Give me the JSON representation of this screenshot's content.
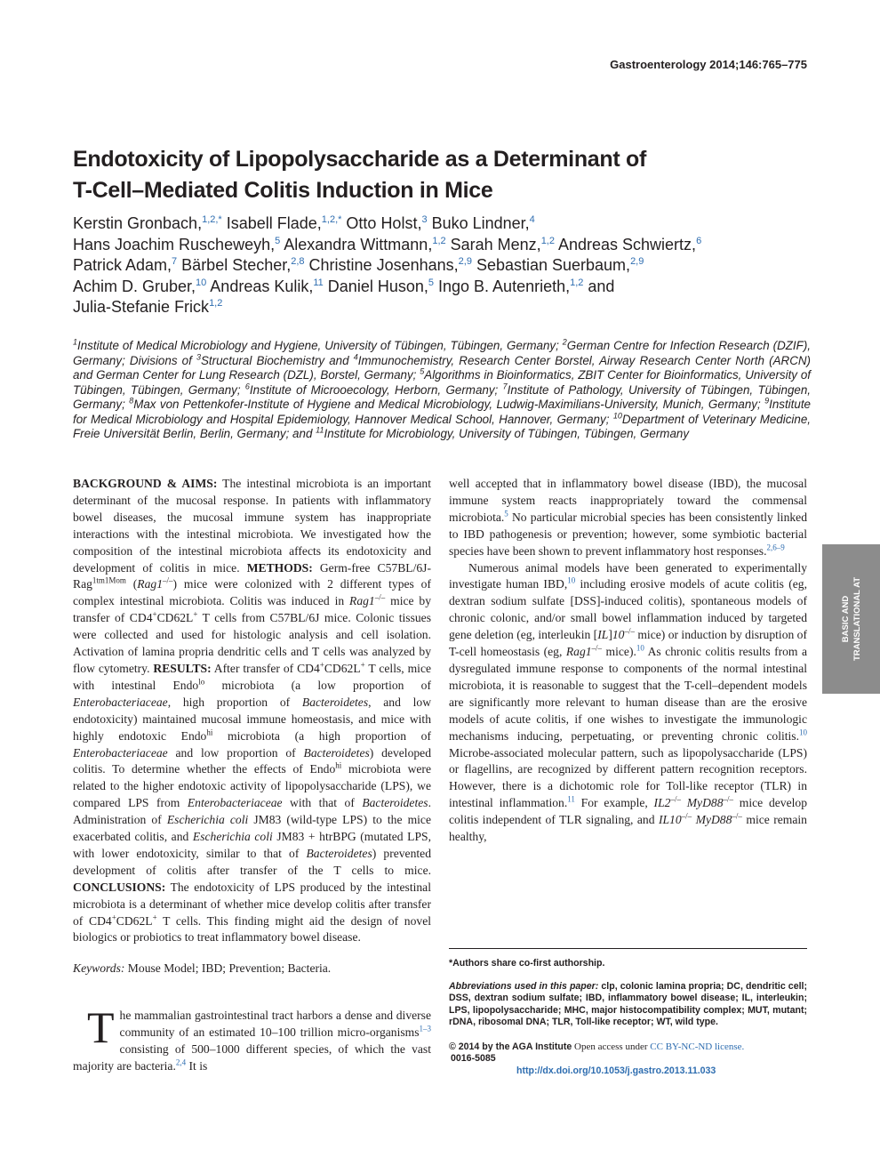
{
  "journal_ref": "Gastroenterology 2014;146:765–775",
  "title_line1": "Endotoxicity of Lipopolysaccharide as a Determinant of",
  "title_line2": "T-Cell–Mediated Colitis Induction in Mice",
  "authors": {
    "a1": "Kerstin Gronbach,",
    "a1_sup": "1,2,*",
    "a2": " Isabell Flade,",
    "a2_sup": "1,2,*",
    "a3": " Otto Holst,",
    "a3_sup": "3",
    "a4": " Buko Lindner,",
    "a4_sup": "4",
    "a5": "Hans Joachim Ruscheweyh,",
    "a5_sup": "5",
    "a6": " Alexandra Wittmann,",
    "a6_sup": "1,2",
    "a7": " Sarah Menz,",
    "a7_sup": "1,2",
    "a8": " Andreas Schwiertz,",
    "a8_sup": "6",
    "a9": "Patrick Adam,",
    "a9_sup": "7",
    "a10": " Bärbel Stecher,",
    "a10_sup": "2,8",
    "a11": " Christine Josenhans,",
    "a11_sup": "2,9",
    "a12": " Sebastian Suerbaum,",
    "a12_sup": "2,9",
    "a13": "Achim D. Gruber,",
    "a13_sup": "10",
    "a14": " Andreas Kulik,",
    "a14_sup": "11",
    "a15": " Daniel Huson,",
    "a15_sup": "5",
    "a16": " Ingo B. Autenrieth,",
    "a16_sup": "1,2",
    "and": " and",
    "a17": "Julia-Stefanie Frick",
    "a17_sup": "1,2"
  },
  "affiliations": {
    "s1": "1",
    "t1": "Institute of Medical Microbiology and Hygiene, University of Tübingen, Tübingen, Germany; ",
    "s2": "2",
    "t2": "German Centre for Infection Research (DZIF), Germany; Divisions of ",
    "s3": "3",
    "t3": "Structural Biochemistry and ",
    "s4": "4",
    "t4": "Immunochemistry, Research Center Borstel, Airway Research Center North (ARCN) and German Center for Lung Research (DZL), Borstel, Germany; ",
    "s5": "5",
    "t5": "Algorithms in Bioinformatics, ZBIT Center for Bioinformatics, University of Tübingen, Tübingen, Germany; ",
    "s6": "6",
    "t6": "Institute of Microoecology, Herborn, Germany; ",
    "s7": "7",
    "t7": "Institute of Pathology, University of Tübingen, Tübingen, Germany; ",
    "s8": "8",
    "t8": "Max von Pettenkofer-Institute of Hygiene and Medical Microbiology, Ludwig-Maximilians-University, Munich, Germany; ",
    "s9": "9",
    "t9": "Institute for Medical Microbiology and Hospital Epidemiology, Hannover Medical School, Hannover, Germany; ",
    "s10": "10",
    "t10": "Department of Veterinary Medicine, Freie Universität Berlin, Berlin, Germany; and ",
    "s11": "11",
    "t11": "Institute for Microbiology, University of Tübingen, Tübingen, Germany"
  },
  "abstract": {
    "bg_label": "BACKGROUND & AIMS:",
    "bg_text": " The intestinal microbiota is an important determinant of the mucosal response. In patients with inflammatory bowel diseases, the mucosal immune system has inappropriate interactions with the intestinal microbiota. We investigated how the composition of the intestinal microbiota affects its endotoxicity and development of colitis in mice. ",
    "m_label": "METHODS:",
    "m_t1": " Germ-free C57BL/6J-Rag",
    "m_sup1": "1tm1Mom",
    "m_t2": " (",
    "m_i1": "Rag1",
    "m_sup2": "–/–",
    "m_t3": ") mice were colonized with 2 different types of complex intestinal microbiota. Colitis was induced in ",
    "m_i2": "Rag1",
    "m_sup3": "–/–",
    "m_t4": " mice by transfer of CD4",
    "m_sup4": "+",
    "m_t5": "CD62L",
    "m_sup5": "+",
    "m_t6": " T cells from C57BL/6J mice. Colonic tissues were collected and used for histologic analysis and cell isolation. Activation of lamina propria dendritic cells and T cells was analyzed by flow cytometry. ",
    "r_label": "RESULTS:",
    "r_t1": " After transfer of CD4",
    "r_sup1": "+",
    "r_t2": "CD62L",
    "r_sup2": "+",
    "r_t3": " T cells, mice with intestinal Endo",
    "r_sup3": "lo",
    "r_t4": " microbiota (a low proportion of ",
    "r_i1": "Enterobacteriaceae",
    "r_t5": ", high proportion of ",
    "r_i2": "Bacteroidetes",
    "r_t6": ", and low endotoxicity) maintained mucosal immune homeostasis, and mice with highly endotoxic Endo",
    "r_sup4": "hi",
    "r_t7": " microbiota (a high proportion of ",
    "r_i3": "Enterobacteriaceae",
    "r_t8": " and low proportion of ",
    "r_i4": "Bacteroidetes",
    "r_t9": ") developed colitis. To determine whether the effects of Endo",
    "r_sup5": "hi",
    "r_t10": " microbiota were related to the higher endotoxic activity of lipopolysaccharide (LPS), we compared LPS from ",
    "r_i5": "Enterobacteriaceae",
    "r_t11": " with that of ",
    "r_i6": "Bacteroidetes",
    "r_t12": ". Administration of ",
    "r_i7": "Escherichia coli",
    "r_t13": " JM83 (wild-type LPS) to the mice exacerbated colitis, and ",
    "r_i8": "Escherichia coli",
    "r_t14": " JM83 + htrBPG (mutated LPS, with lower endotoxicity, similar to that of ",
    "r_i9": "Bacteroidetes",
    "r_t15": ") prevented development of colitis after transfer of the T cells to mice. ",
    "c_label": "CONCLUSIONS:",
    "c_t1": " The endotoxicity of LPS produced by the intestinal microbiota is a determinant of whether mice develop colitis after transfer of CD4",
    "c_sup1": "+",
    "c_t2": "CD62L",
    "c_sup2": "+",
    "c_t3": " T cells. This finding might aid the design of novel biologics or probiotics to treat inflammatory bowel disease."
  },
  "keywords": {
    "label": "Keywords:",
    "text": " Mouse Model; IBD; Prevention; Bacteria."
  },
  "intro": {
    "dropcap": "T",
    "t1": "he mammalian gastrointestinal tract harbors a dense and diverse community of an estimated 10–100 trillion micro-organisms",
    "ref1": "1–3",
    "t2": " consisting of 500–1000 different species, of which the vast majority are bacteria.",
    "ref2": "2,4",
    "t3": " It is"
  },
  "right": {
    "p1_t1": "well accepted that in inflammatory bowel disease (IBD), the mucosal immune system reacts inappropriately toward the commensal microbiota.",
    "p1_ref1": "5",
    "p1_t2": " No particular microbial species has been consistently linked to IBD pathogenesis or prevention; however, some symbiotic bacterial species have been shown to prevent inflammatory host responses.",
    "p1_ref2": "2,6–9",
    "p2_t1": "Numerous animal models have been generated to experimentally investigate human IBD,",
    "p2_ref1": "10",
    "p2_t2": " including erosive models of acute colitis (eg, dextran sodium sulfate [DSS]-induced colitis), spontaneous models of chronic colonic, and/or small bowel inflammation induced by targeted gene deletion (eg, interleukin [",
    "p2_i1": "IL",
    "p2_t3": "]",
    "p2_i2": "10",
    "p2_sup1": "–/–",
    "p2_t4": " mice) or induction by disruption of T-cell homeostasis (eg, ",
    "p2_i3": "Rag1",
    "p2_sup2": "–/–",
    "p2_t5": " mice).",
    "p2_ref2": "10",
    "p2_t6": " As chronic colitis results from a dysregulated immune response to components of the normal intestinal microbiota, it is reasonable to suggest that the T-cell–dependent models are significantly more relevant to human disease than are the erosive models of acute colitis, if one wishes to investigate the immunologic mechanisms inducing, perpetuating, or preventing chronic colitis.",
    "p2_ref3": "10",
    "p2_t7": " Microbe-associated molecular pattern, such as lipopolysaccharide (LPS) or flagellins, are recognized by different pattern recognition receptors. However, there is a dichotomic role for Toll-like receptor (TLR) in intestinal inflammation.",
    "p2_ref4": "11",
    "p2_t8": " For example, ",
    "p2_i4": "IL2",
    "p2_sup3": "–/–",
    "p2_t9": " ",
    "p2_i5": "MyD88",
    "p2_sup4": "–/–",
    "p2_t10": " mice develop colitis independent of TLR signaling, and ",
    "p2_i6": "IL10",
    "p2_sup5": "–/–",
    "p2_t11": " ",
    "p2_i7": "MyD88",
    "p2_sup6": "–/–",
    "p2_t12": " mice remain healthy,"
  },
  "side_tab": {
    "line1": "BASIC AND",
    "line2": "TRANSLATIONAL AT"
  },
  "footnotes": {
    "cofirst": "*Authors share co-first authorship.",
    "abbr_label": "Abbreviations used in this paper:",
    "abbr_text": " clp, colonic lamina propria; DC, dendritic cell; DSS, dextran sodium sulfate; IBD, inflammatory bowel disease; IL, interleukin; LPS, lipopolysaccharide; MHC, major histocompatibility complex; MUT, mutant; rDNA, ribosomal DNA; TLR, Toll-like receptor; WT, wild type.",
    "copyright": "© 2014 by the AGA Institute",
    "open_access": " Open access under ",
    "license": "CC BY-NC-ND license.",
    "issn": "0016-5085",
    "doi": "http://dx.doi.org/10.1053/j.gastro.2013.11.033"
  }
}
